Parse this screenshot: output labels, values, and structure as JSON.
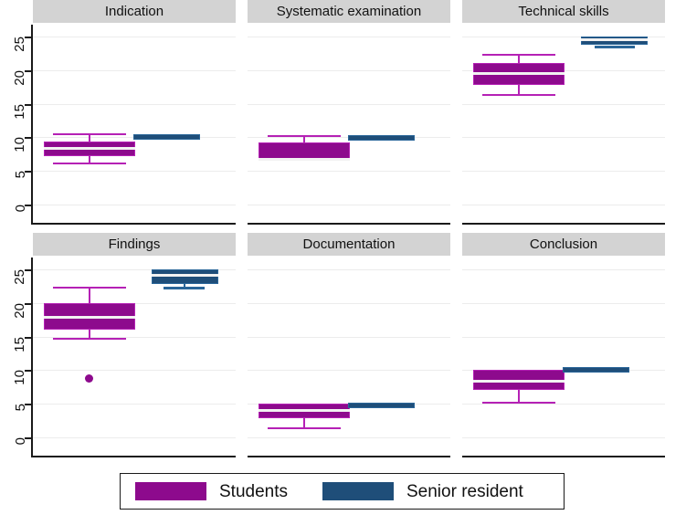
{
  "figure": {
    "background": "#ffffff",
    "strip_background": "#d3d3d3",
    "gridline_color": "#ececec",
    "axis_color": "#1a1a1a"
  },
  "legend": {
    "position": "bottom",
    "items": [
      {
        "label": "Students",
        "color": "#8d0a8d"
      },
      {
        "label": "Senior resident",
        "color": "#1f4e79"
      }
    ]
  },
  "yaxis": {
    "ticks": [
      0,
      5,
      10,
      15,
      20,
      25
    ],
    "tick_labels": [
      "0",
      "5",
      "10",
      "15",
      "20",
      "25"
    ],
    "limits": [
      -1.5,
      27.5
    ],
    "label": ""
  },
  "chart_data": {
    "type": "box",
    "title": "",
    "xlabel": "",
    "ylabel": "",
    "ylim": [
      -1.5,
      27.5
    ],
    "yticks": [
      0,
      5,
      10,
      15,
      20,
      25
    ],
    "grid": "horizontal",
    "legend_position": "bottom",
    "groups": [
      "Students",
      "Senior resident"
    ],
    "group_colors": {
      "Students": "#8d0a8d",
      "Senior resident": "#1f4e79"
    },
    "panels": [
      {
        "name": "Indication",
        "row": 0,
        "col": 0,
        "boxes": [
          {
            "group": "Students",
            "min": 6.3,
            "q1": 7.4,
            "median": 8.3,
            "q3": 9.5,
            "max": 10.3,
            "outliers": []
          },
          {
            "group": "Senior resident",
            "min": 10,
            "q1": 10,
            "median": 10,
            "q3": 10,
            "max": 10,
            "outliers": []
          }
        ]
      },
      {
        "name": "Systematic examination",
        "row": 0,
        "col": 1,
        "boxes": [
          {
            "group": "Students",
            "min": 6.8,
            "q1": 6.8,
            "median": 6.9,
            "q3": 9.2,
            "max": 10.1,
            "outliers": []
          },
          {
            "group": "Senior resident",
            "min": 10,
            "q1": 10,
            "median": 10,
            "q3": 10,
            "max": 10,
            "outliers": []
          }
        ]
      },
      {
        "name": "Technical skills",
        "row": 0,
        "col": 2,
        "boxes": [
          {
            "group": "Students",
            "min": 17.0,
            "q1": 18.8,
            "median": 20.6,
            "q3": 22.0,
            "max": 23.0,
            "outliers": []
          },
          {
            "group": "Senior resident",
            "min": 24.0,
            "q1": 24.0,
            "median": 24.1,
            "q3": 25.0,
            "max": 25.0,
            "outliers": []
          }
        ]
      },
      {
        "name": "Findings",
        "row": 1,
        "col": 0,
        "boxes": [
          {
            "group": "Students",
            "min": 16.0,
            "q1": 17.5,
            "median": 18.5,
            "q3": 20.4,
            "max": 23.0,
            "outliers": [
              9.0
            ]
          },
          {
            "group": "Senior resident",
            "min": 23.0,
            "q1": 23.4,
            "median": 24.4,
            "q3": 25.0,
            "max": 25.0,
            "outliers": []
          }
        ]
      },
      {
        "name": "Documentation",
        "row": 1,
        "col": 1,
        "boxes": [
          {
            "group": "Students",
            "min": 2.0,
            "q1": 3.7,
            "median": 4.3,
            "q3": 4.9,
            "max": 4.9,
            "outliers": []
          },
          {
            "group": "Senior resident",
            "min": 5,
            "q1": 5,
            "median": 5,
            "q3": 5,
            "max": 5,
            "outliers": []
          }
        ]
      },
      {
        "name": "Conclusion",
        "row": 1,
        "col": 2,
        "boxes": [
          {
            "group": "Students",
            "min": 5.0,
            "q1": 7.1,
            "median": 8.4,
            "q3": 10.0,
            "max": 10.0,
            "outliers": []
          },
          {
            "group": "Senior resident",
            "min": 10,
            "q1": 10,
            "median": 10,
            "q3": 10,
            "max": 10,
            "outliers": []
          }
        ]
      }
    ]
  }
}
